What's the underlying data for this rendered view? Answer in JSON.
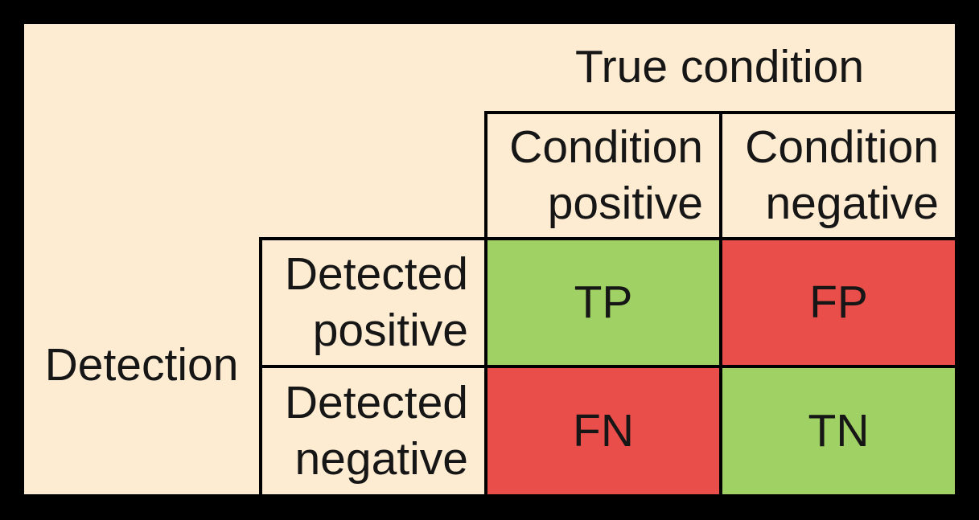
{
  "diagram": {
    "type": "confusion-matrix",
    "column_axis_title": "True condition",
    "row_axis_title": "Detection",
    "columns": [
      {
        "label": "Condition\npositive"
      },
      {
        "label": "Condition\nnegative"
      }
    ],
    "rows": [
      {
        "label": "Detected\npositive"
      },
      {
        "label": "Detected\nnegative"
      }
    ],
    "cells": {
      "tp": {
        "label": "TP",
        "color": "#A0D164",
        "meaning": "true positive"
      },
      "fp": {
        "label": "FP",
        "color": "#EA4E4B",
        "meaning": "false positive"
      },
      "fn": {
        "label": "FN",
        "color": "#EA4E4B",
        "meaning": "false negative"
      },
      "tn": {
        "label": "TN",
        "color": "#A0D164",
        "meaning": "true negative"
      }
    },
    "palette": {
      "page_background": "#000000",
      "panel_background": "#FDECD2",
      "border": "#000000",
      "text": "#161616",
      "positive_green": "#A0D164",
      "negative_red": "#EA4E4B"
    }
  }
}
